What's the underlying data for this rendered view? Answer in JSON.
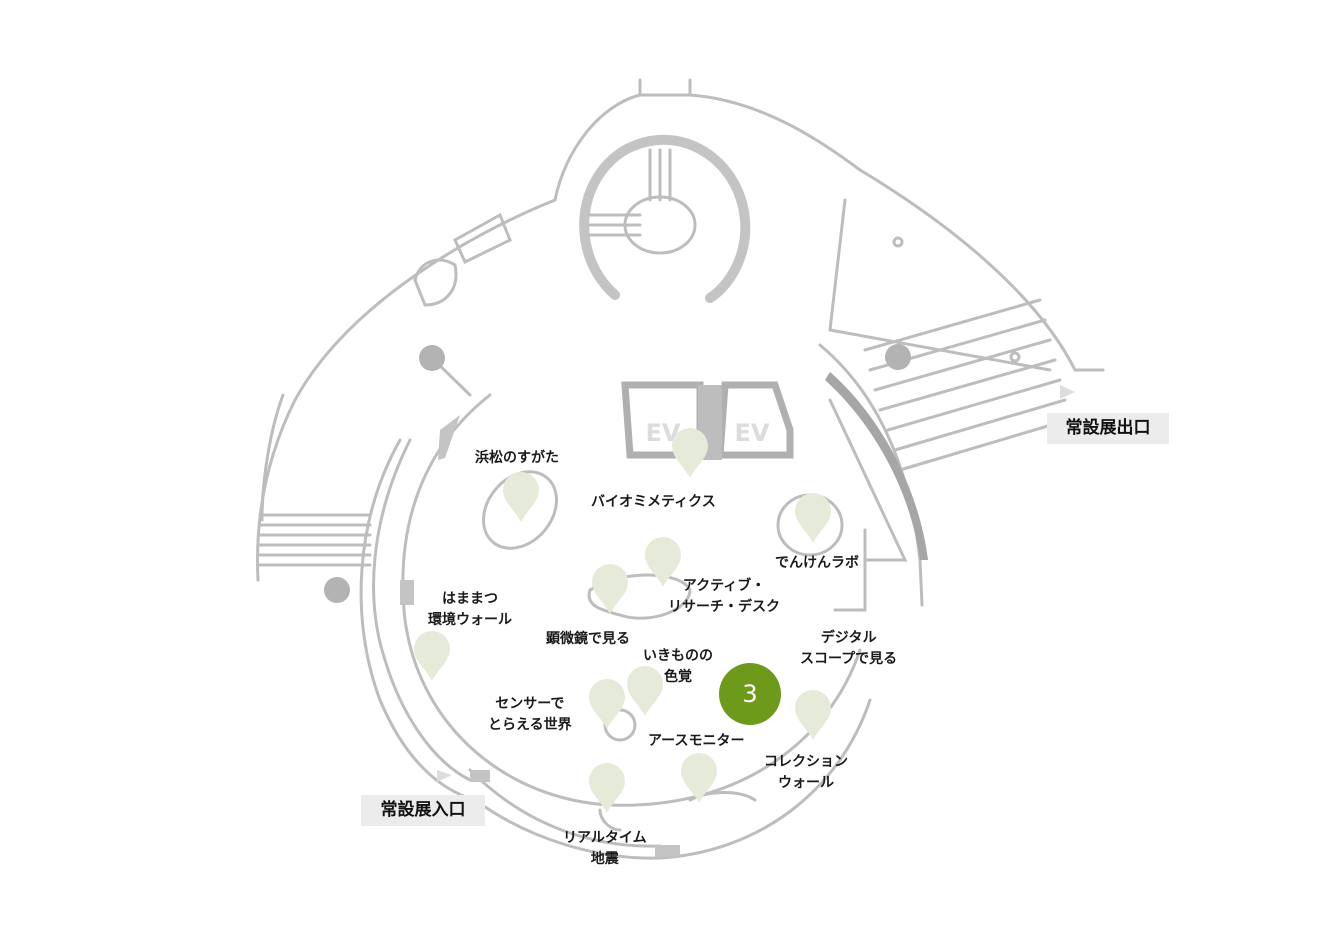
{
  "floor_badge": {
    "number": "3",
    "color": "#6e9a1c"
  },
  "colors": {
    "wall": "#bdbdbd",
    "wall_dark": "#a6a6a6",
    "pin": "#e6ead9",
    "entrance_bg": "#ececec"
  },
  "entrances": {
    "entrance": "常設展入口",
    "exit": "常設展出口"
  },
  "elevators": [
    "EV",
    "EV"
  ],
  "exhibits": [
    {
      "id": "hamamatsu-sugata",
      "lines": [
        "浜松のすがた"
      ]
    },
    {
      "id": "biomimetics",
      "lines": [
        "バイオミメティクス"
      ]
    },
    {
      "id": "denken-lab",
      "lines": [
        "でんけんラボ"
      ]
    },
    {
      "id": "active-research-desk",
      "lines": [
        "アクティブ・",
        "リサーチ・デスク"
      ]
    },
    {
      "id": "hamamatsu-env-wall",
      "lines": [
        "はままつ",
        "環境ウォール"
      ]
    },
    {
      "id": "microscope",
      "lines": [
        "顕微鏡で見る"
      ]
    },
    {
      "id": "digital-scope",
      "lines": [
        "デジタル",
        "スコープで見る"
      ]
    },
    {
      "id": "creature-color",
      "lines": [
        "いきものの",
        "色覚"
      ]
    },
    {
      "id": "sensor-world",
      "lines": [
        "センサーで",
        "とらえる世界"
      ]
    },
    {
      "id": "earth-monitor",
      "lines": [
        "アースモニター"
      ]
    },
    {
      "id": "collection-wall",
      "lines": [
        "コレクション",
        "ウォール"
      ]
    },
    {
      "id": "realtime-quake",
      "lines": [
        "リアルタイム",
        "地震"
      ]
    }
  ]
}
